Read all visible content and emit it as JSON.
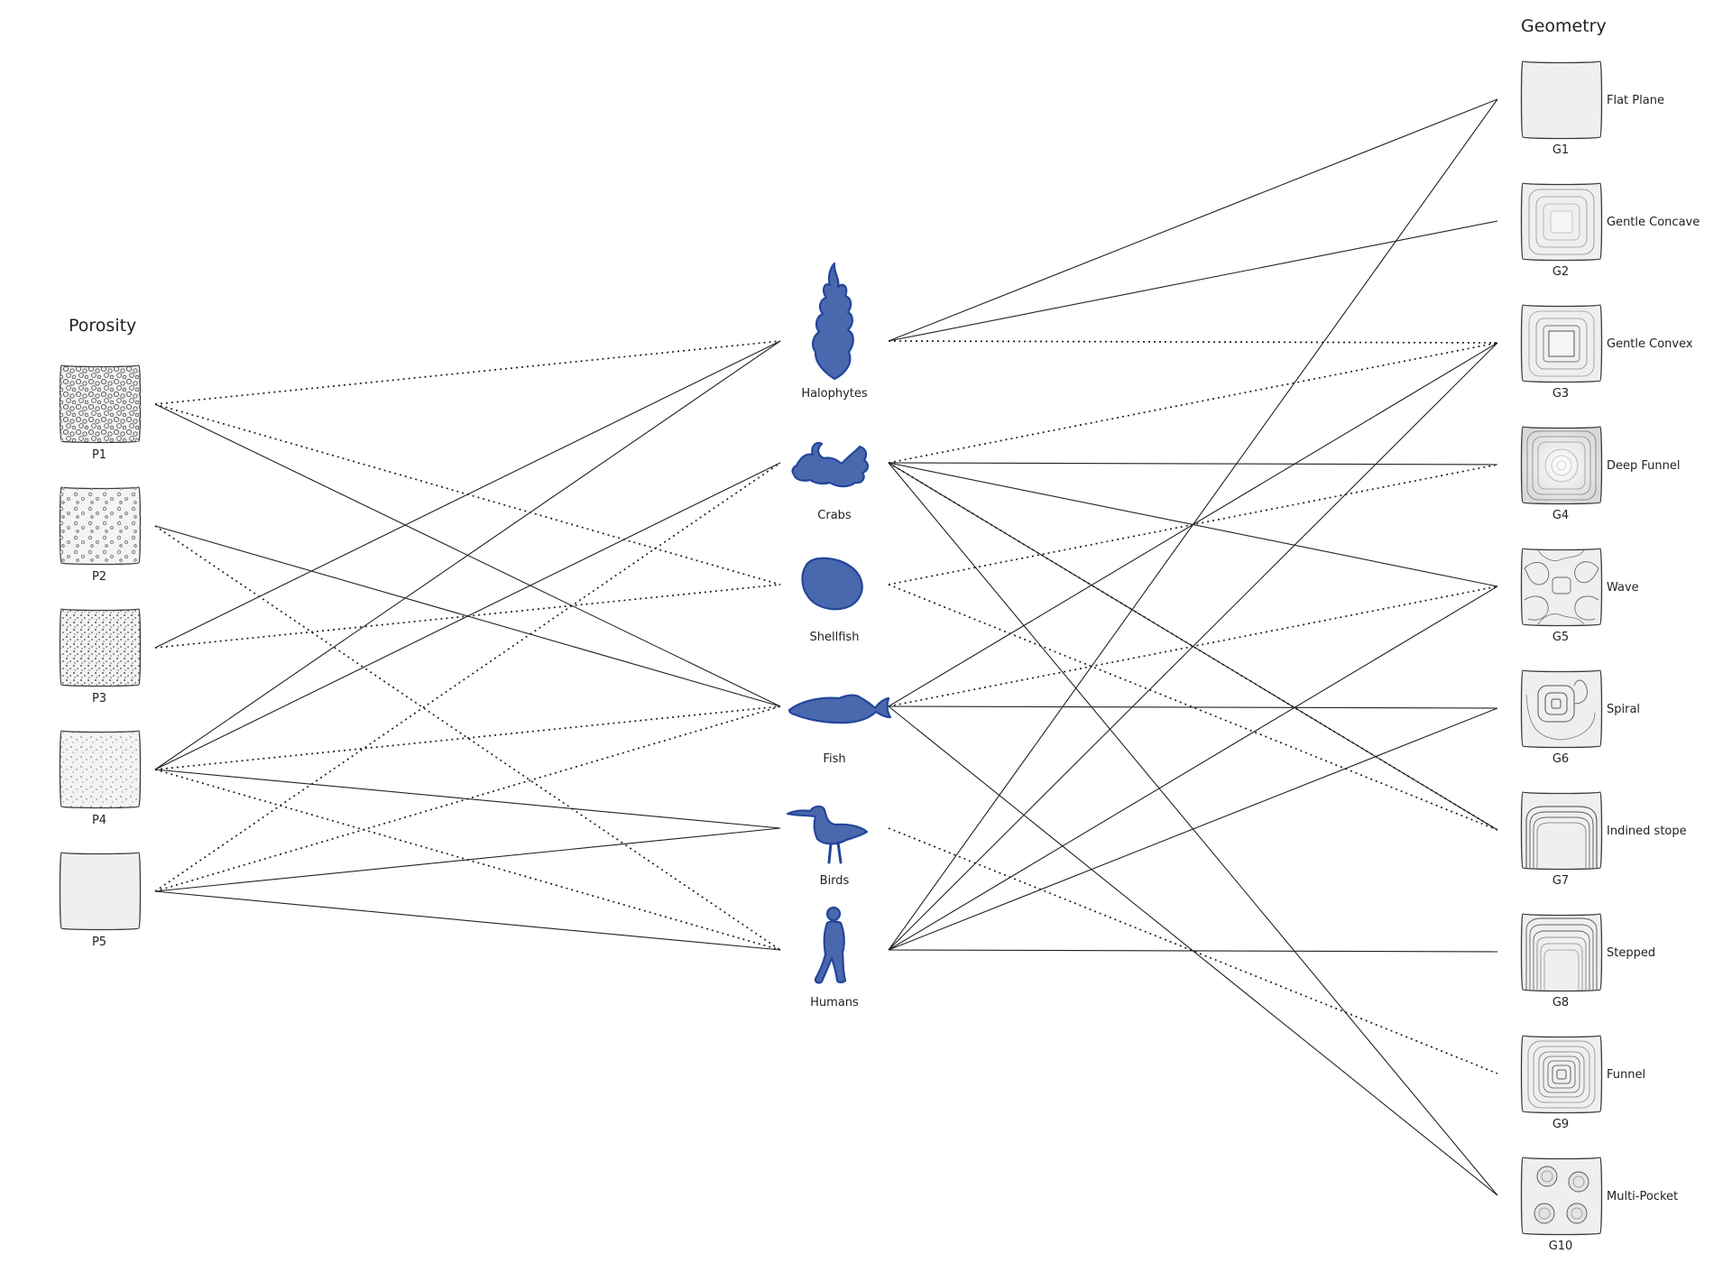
{
  "porosity": {
    "heading": "Porosity",
    "items": [
      {
        "code": "P1"
      },
      {
        "code": "P2"
      },
      {
        "code": "P3"
      },
      {
        "code": "P4"
      },
      {
        "code": "P5"
      }
    ]
  },
  "species": {
    "items": [
      {
        "label": "Halophytes"
      },
      {
        "label": "Crabs"
      },
      {
        "label": "Shellfish"
      },
      {
        "label": "Fish"
      },
      {
        "label": "Birds"
      },
      {
        "label": "Humans"
      }
    ]
  },
  "geometry": {
    "heading": "Geometry",
    "items": [
      {
        "code": "G1",
        "label": "Flat Plane"
      },
      {
        "code": "G2",
        "label": "Gentle Concave"
      },
      {
        "code": "G3",
        "label": "Gentle Convex"
      },
      {
        "code": "G4",
        "label": "Deep Funnel"
      },
      {
        "code": "G5",
        "label": "Wave"
      },
      {
        "code": "G6",
        "label": "Spiral"
      },
      {
        "code": "G7",
        "label": "Indined stope"
      },
      {
        "code": "G8",
        "label": "Stepped"
      },
      {
        "code": "G9",
        "label": "Funnel"
      },
      {
        "code": "G10",
        "label": "Multi-Pocket"
      }
    ]
  },
  "links": {
    "porosity_species": [
      {
        "from": "P1",
        "to": "Halophytes",
        "style": "dotted"
      },
      {
        "from": "P1",
        "to": "Shellfish",
        "style": "dotted"
      },
      {
        "from": "P1",
        "to": "Fish",
        "style": "solid"
      },
      {
        "from": "P2",
        "to": "Fish",
        "style": "solid"
      },
      {
        "from": "P2",
        "to": "Humans",
        "style": "dotted"
      },
      {
        "from": "P3",
        "to": "Halophytes",
        "style": "solid"
      },
      {
        "from": "P3",
        "to": "Shellfish",
        "style": "dotted"
      },
      {
        "from": "P4",
        "to": "Halophytes",
        "style": "solid"
      },
      {
        "from": "P4",
        "to": "Crabs",
        "style": "solid"
      },
      {
        "from": "P4",
        "to": "Fish",
        "style": "dotted"
      },
      {
        "from": "P4",
        "to": "Birds",
        "style": "solid"
      },
      {
        "from": "P4",
        "to": "Humans",
        "style": "dotted"
      },
      {
        "from": "P5",
        "to": "Crabs",
        "style": "dotted"
      },
      {
        "from": "P5",
        "to": "Fish",
        "style": "dotted"
      },
      {
        "from": "P5",
        "to": "Birds",
        "style": "solid"
      },
      {
        "from": "P5",
        "to": "Humans",
        "style": "solid"
      }
    ],
    "species_geometry": [
      {
        "from": "Halophytes",
        "to": "G1",
        "style": "solid"
      },
      {
        "from": "Halophytes",
        "to": "G2",
        "style": "solid"
      },
      {
        "from": "Halophytes",
        "to": "G3",
        "style": "dotted"
      },
      {
        "from": "Crabs",
        "to": "G3",
        "style": "dotted"
      },
      {
        "from": "Crabs",
        "to": "G4",
        "style": "solid"
      },
      {
        "from": "Crabs",
        "to": "G5",
        "style": "solid"
      },
      {
        "from": "Crabs",
        "to": "G7",
        "style": "solid"
      },
      {
        "from": "Crabs",
        "to": "G7",
        "style": "dotted"
      },
      {
        "from": "Crabs",
        "to": "G10",
        "style": "solid"
      },
      {
        "from": "Shellfish",
        "to": "G4",
        "style": "dotted"
      },
      {
        "from": "Shellfish",
        "to": "G7",
        "style": "dotted"
      },
      {
        "from": "Fish",
        "to": "G3",
        "style": "solid"
      },
      {
        "from": "Fish",
        "to": "G5",
        "style": "dotted"
      },
      {
        "from": "Fish",
        "to": "G6",
        "style": "solid"
      },
      {
        "from": "Fish",
        "to": "G10",
        "style": "solid"
      },
      {
        "from": "Birds",
        "to": "G9",
        "style": "dotted"
      },
      {
        "from": "Humans",
        "to": "G1",
        "style": "solid"
      },
      {
        "from": "Humans",
        "to": "G3",
        "style": "solid"
      },
      {
        "from": "Humans",
        "to": "G5",
        "style": "solid"
      },
      {
        "from": "Humans",
        "to": "G6",
        "style": "solid"
      },
      {
        "from": "Humans",
        "to": "G8",
        "style": "solid"
      }
    ]
  }
}
